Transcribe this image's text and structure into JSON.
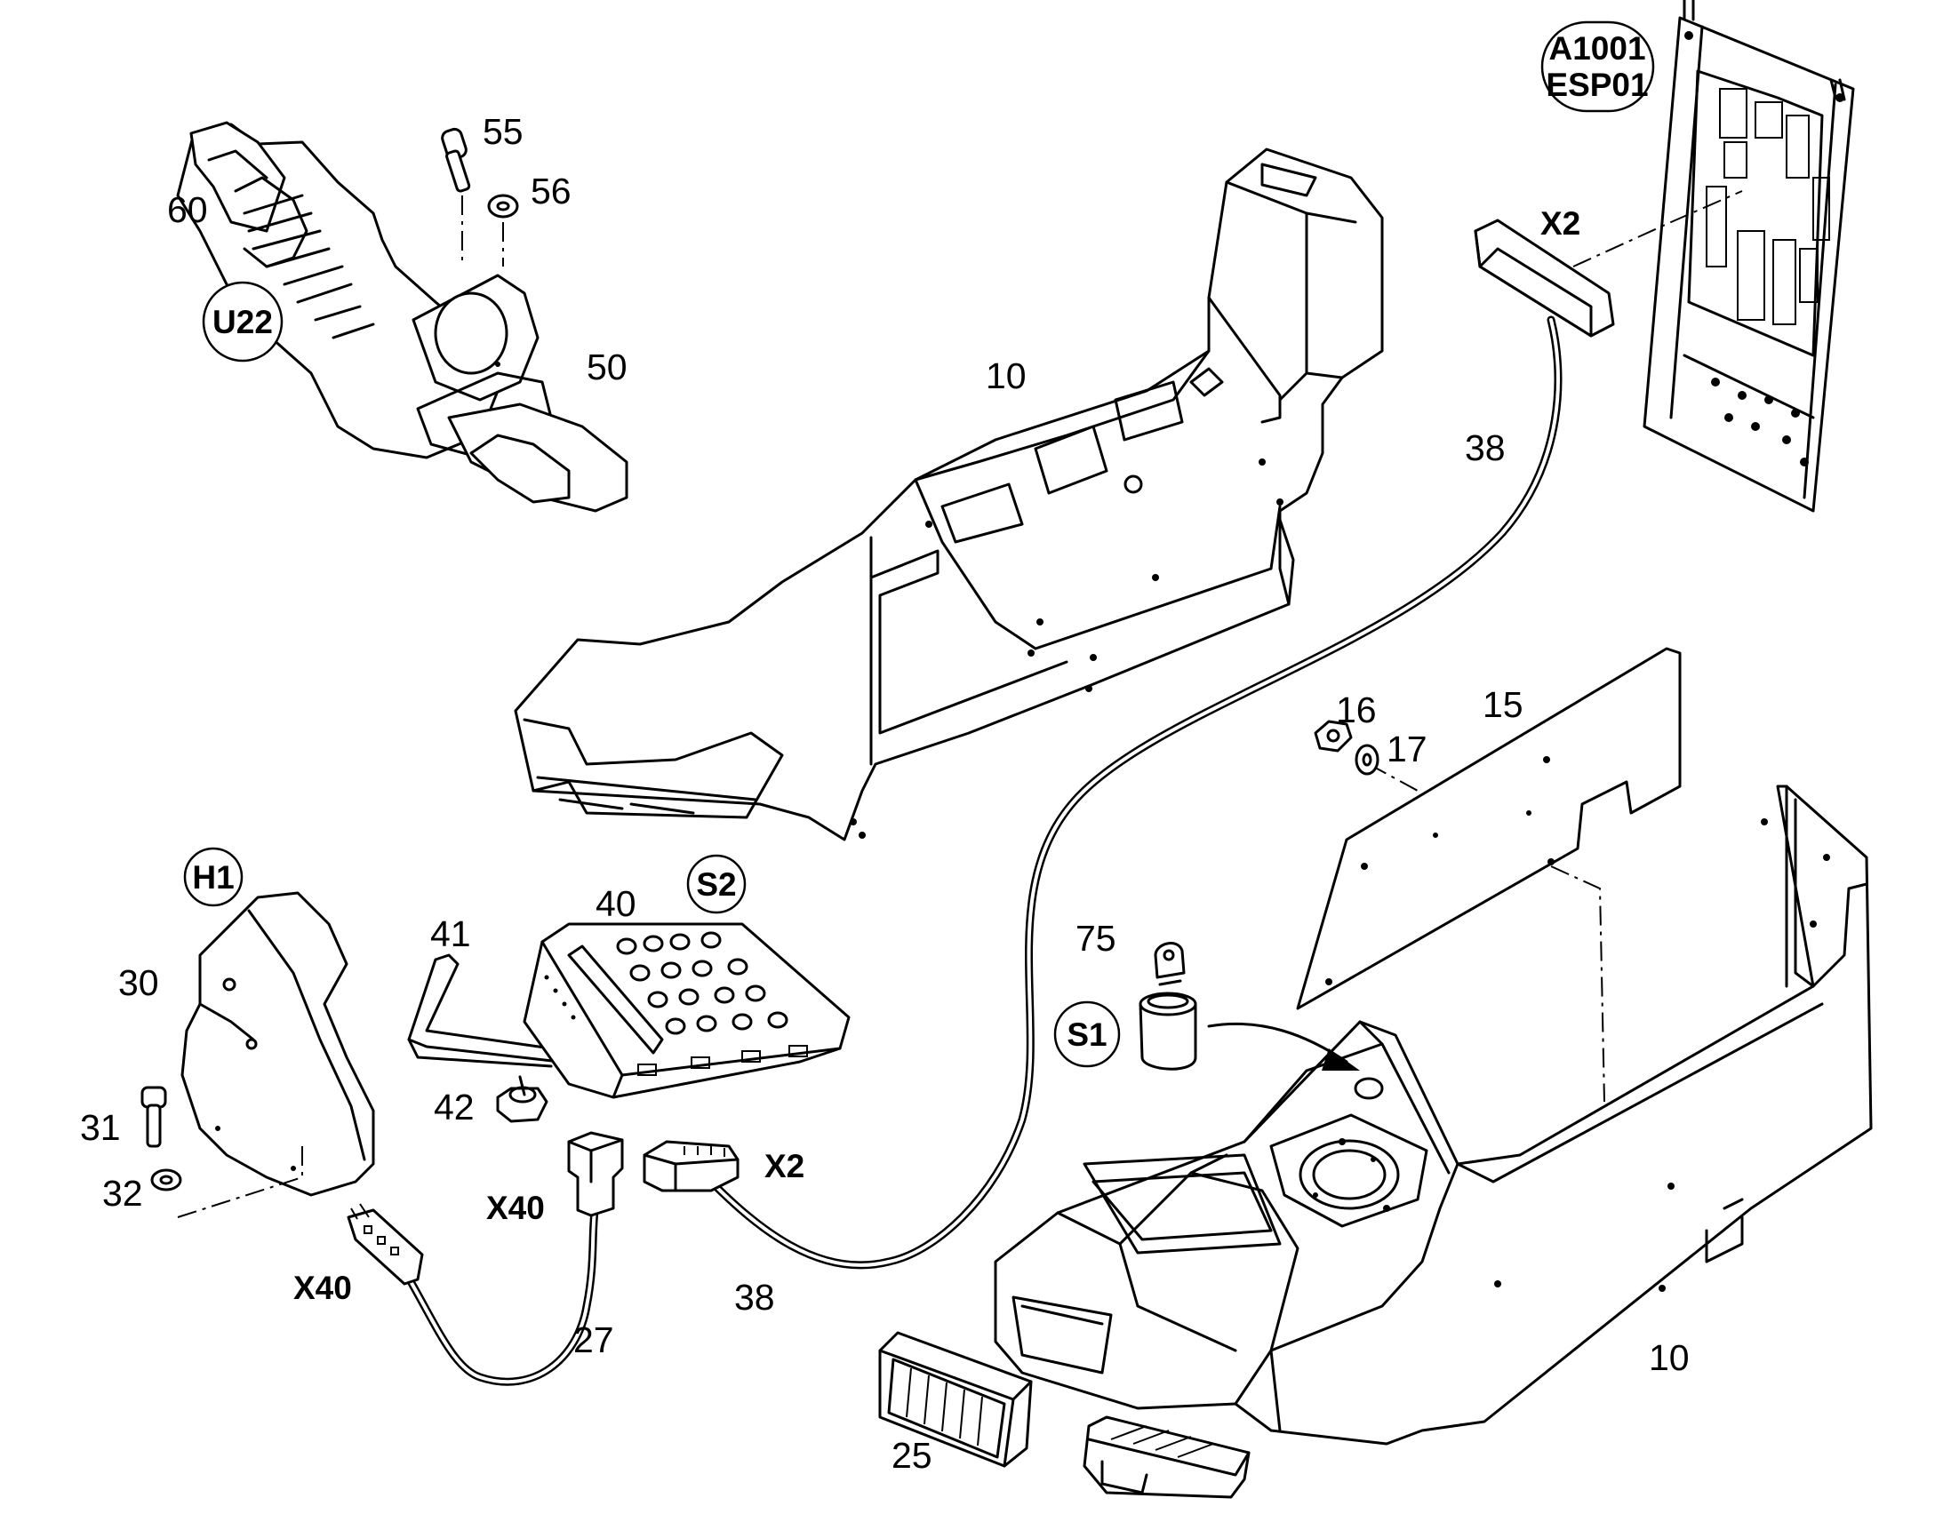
{
  "diagram": {
    "callouts": {
      "n60": "60",
      "n55": "55",
      "n56": "56",
      "n50": "50",
      "n10_top": "10",
      "n38_top": "38",
      "n16": "16",
      "n17": "17",
      "n15": "15",
      "n41": "41",
      "n40": "40",
      "n30": "30",
      "n31": "31",
      "n32": "32",
      "n42": "42",
      "n75": "75",
      "n27": "27",
      "n38_bottom": "38",
      "n25": "25",
      "n10_bottom": "10"
    },
    "connectors": {
      "x2_top": "X2",
      "x2_mid": "X2",
      "x40_left": "X40",
      "x40_mid": "X40"
    },
    "badges": {
      "u22": "U22",
      "h1": "H1",
      "s2": "S2",
      "s1": "S1",
      "a1001_line1": "A1001",
      "a1001_line2": "ESP01"
    }
  }
}
